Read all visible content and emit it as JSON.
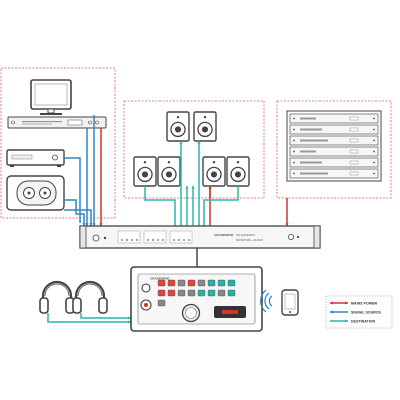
{
  "colors": {
    "mains_power": "#d9312b",
    "signal_source": "#2f86c8",
    "destination": "#2bb5ad",
    "group_border": "#e05a5a",
    "device_stroke": "#444444",
    "device_fill": "#ffffff",
    "rack_fill": "#f4f4f4",
    "controller_red": "#e2453c",
    "controller_teal": "#27b3a6"
  },
  "hub": {
    "brand": "CRANBORNE",
    "model": "C8 GATEWAY",
    "subtitle": "MONITOR + AUDIO"
  },
  "controller": {
    "label": "CRANBORNE"
  },
  "legend": {
    "items": [
      {
        "label": "MAINS POWER",
        "color_key": "mains_power"
      },
      {
        "label": "SIGNAL SOURCE",
        "color_key": "signal_source"
      },
      {
        "label": "DESTINATION",
        "color_key": "destination"
      }
    ]
  },
  "icons": {
    "computer": "desktop-monitor-icon",
    "interface": "rack-interface-icon",
    "player": "media-player-icon",
    "turntable": "turntable-icon",
    "speaker": "studio-monitor-speaker-icon",
    "rack": "equipment-rack-icon",
    "headphones": "headphones-icon",
    "phone": "smartphone-icon",
    "wireless": "wireless-signal-icon"
  }
}
